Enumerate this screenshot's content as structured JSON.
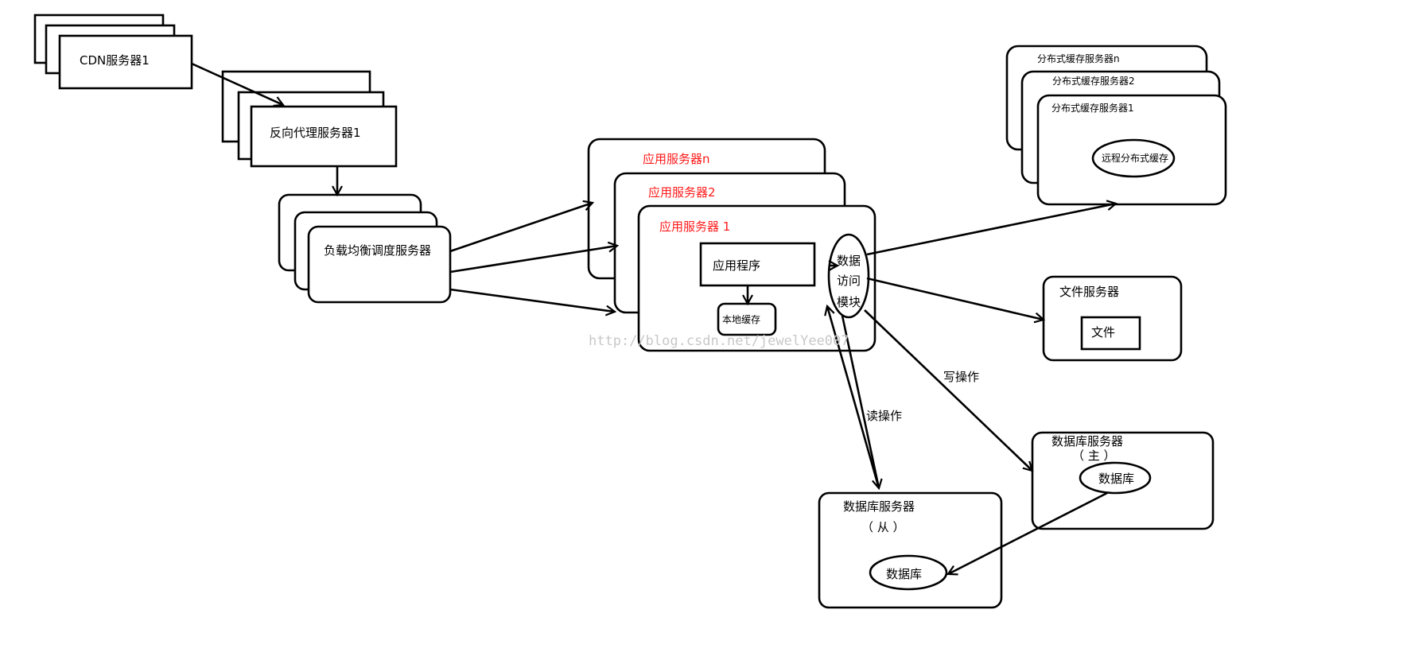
{
  "cdn": {
    "label": "CDN服务器1"
  },
  "reverse_proxy": {
    "label": "反向代理服务器1"
  },
  "load_balancer": {
    "label": "负载均衡调度服务器"
  },
  "app_servers": {
    "labels": [
      "应用服务器n",
      "应用服务器2",
      "应用服务器 1"
    ],
    "app_program": "应用程序",
    "local_cache": "本地缓存",
    "data_access": [
      "数据",
      "访问",
      "模块"
    ],
    "label_color": "#ff1a1a"
  },
  "cache_servers": {
    "labels": [
      "分布式缓存服务器n",
      "分布式缓存服务器2",
      "分布式缓存服务器1"
    ],
    "remote_cache": "远程分布式缓存"
  },
  "file_server": {
    "label": "文件服务器",
    "file": "文件"
  },
  "db_master": {
    "label": "数据库服务器",
    "role": "（ 主 ）",
    "db": "数据库"
  },
  "db_slave": {
    "label": "数据库服务器",
    "role": "（ 从 ）",
    "db": "数据库"
  },
  "edges": {
    "write": "写操作",
    "read": "读操作"
  },
  "watermark": "http://blog.csdn.net/jewelYee007"
}
